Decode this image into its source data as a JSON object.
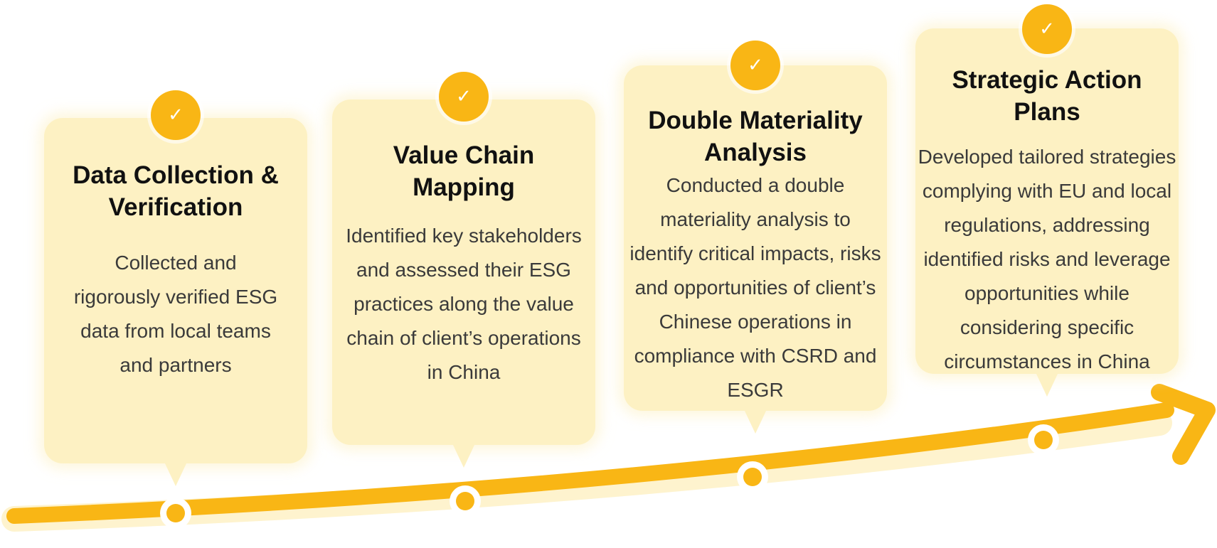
{
  "colors": {
    "accent": "#f9b615",
    "card_background": "#fdf1c3",
    "title_text": "#111111",
    "body_text": "#3a3a3a",
    "milestone_dot_ring": "#ffffff"
  },
  "icons": {
    "badge": "check-icon",
    "milestone": "milestone-dot-icon",
    "path_end": "arrowhead-icon"
  },
  "steps": [
    {
      "check": "✓",
      "title": "Data Collection & Verification",
      "description": "Collected and rigorously verified ESG data from local teams and partners"
    },
    {
      "check": "✓",
      "title": "Value Chain Mapping",
      "description": "Identified key stakeholders and assessed their ESG practices along the value chain of client’s operations in China"
    },
    {
      "check": "✓",
      "title": "Double Materiality Analysis",
      "description": "Conducted a double materiality analysis to identify critical impacts, risks and opportunities of client’s Chinese operations in compliance with CSRD and ESGR"
    },
    {
      "check": "✓",
      "title": "Strategic Action Plans",
      "description": "Developed tailored strategies complying with EU and local regulations, addressing identified risks and leverage opportunities while considering specific circumstances in China"
    }
  ]
}
